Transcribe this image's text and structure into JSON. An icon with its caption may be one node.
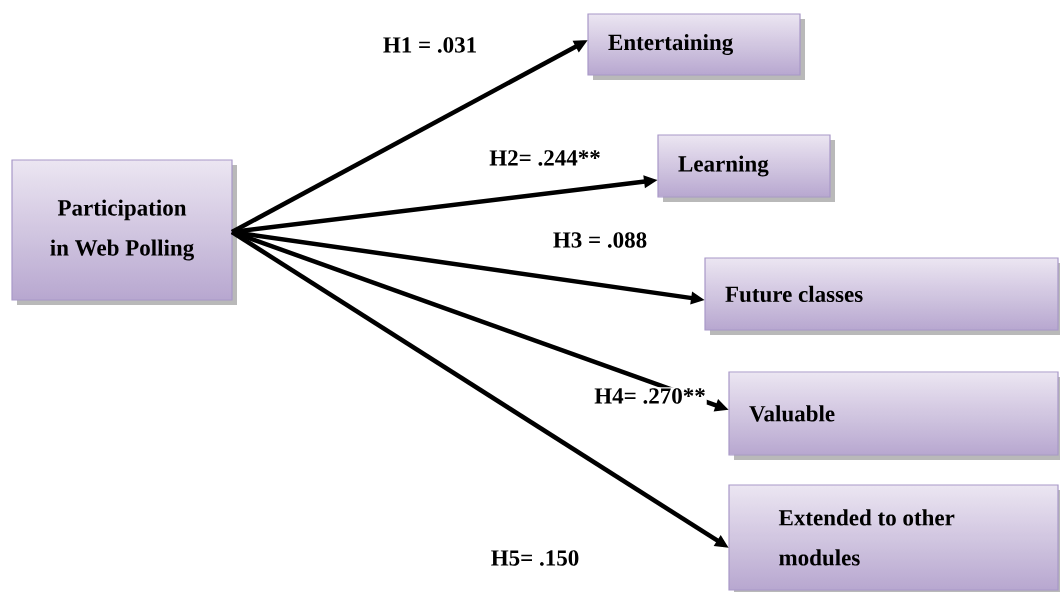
{
  "diagram": {
    "nodes": [
      {
        "text": [
          "Participation in Web Polling"
        ]
      },
      {
        "text": [
          "Entertaining"
        ]
      },
      {
        "text": [
          "Learning"
        ]
      },
      {
        "text": [
          "Future classes"
        ]
      },
      {
        "text": [
          "Valuable"
        ]
      },
      {
        "text": [
          "Extended to other modules"
        ]
      }
    ],
    "edges": [
      {
        "from": 0,
        "to": 1,
        "arrow": "to",
        "label": "H1 = .031"
      },
      {
        "from": 0,
        "to": 2,
        "arrow": "to",
        "label": "H2= .244**"
      },
      {
        "from": 0,
        "to": 3,
        "arrow": "to",
        "label": "H3 = .088"
      },
      {
        "from": 0,
        "to": 4,
        "arrow": "to",
        "label": "H4= .270**"
      },
      {
        "from": 0,
        "to": 5,
        "arrow": "to",
        "label": "H5= .150"
      }
    ]
  }
}
